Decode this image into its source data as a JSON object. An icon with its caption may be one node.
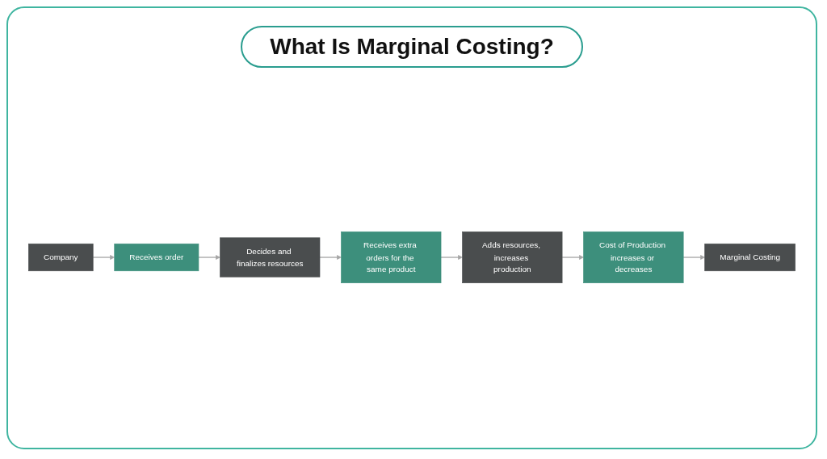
{
  "diagram": {
    "title": "What Is Marginal Costing?",
    "nodes": [
      {
        "text": [
          "Company"
        ]
      },
      {
        "text": [
          "Receives order"
        ]
      },
      {
        "text": [
          "Decides and finalizes resources"
        ]
      },
      {
        "text": [
          "Receives extra orders for the same product"
        ]
      },
      {
        "text": [
          "Adds resources, increases production"
        ]
      },
      {
        "text": [
          "Cost of Production increases or decreases"
        ]
      },
      {
        "text": [
          "Marginal Costing"
        ]
      }
    ],
    "edges": [
      {
        "from": 0,
        "to": 1,
        "arrow": "to"
      },
      {
        "from": 1,
        "to": 2,
        "arrow": "to"
      },
      {
        "from": 2,
        "to": 3,
        "arrow": "to"
      },
      {
        "from": 3,
        "to": 4,
        "arrow": "to"
      },
      {
        "from": 4,
        "to": 5,
        "arrow": "to"
      },
      {
        "from": 5,
        "to": 6,
        "arrow": "to"
      }
    ]
  }
}
